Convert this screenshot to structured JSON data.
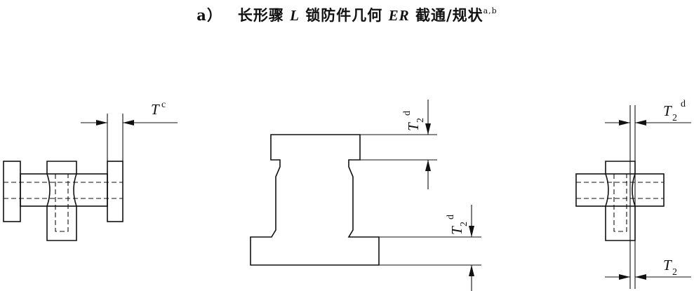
{
  "title": {
    "tag": "a）",
    "part1": "长形骤",
    "var1": "L",
    "part2": "锁防件几何",
    "var2": "ER",
    "part3": "截通/规状",
    "note": "a,b"
  },
  "dimensions": {
    "left_T": {
      "symbol": "T",
      "superscript": "c"
    },
    "middle_upper": {
      "symbol": "T",
      "subscript": "2",
      "superscript": "d"
    },
    "middle_lower": {
      "symbol": "T",
      "subscript": "2",
      "superscript": "d"
    },
    "right_upper": {
      "symbol": "T",
      "subscript": "2",
      "superscript": "d"
    },
    "right_lower": {
      "symbol": "T",
      "subscript": "2"
    }
  }
}
